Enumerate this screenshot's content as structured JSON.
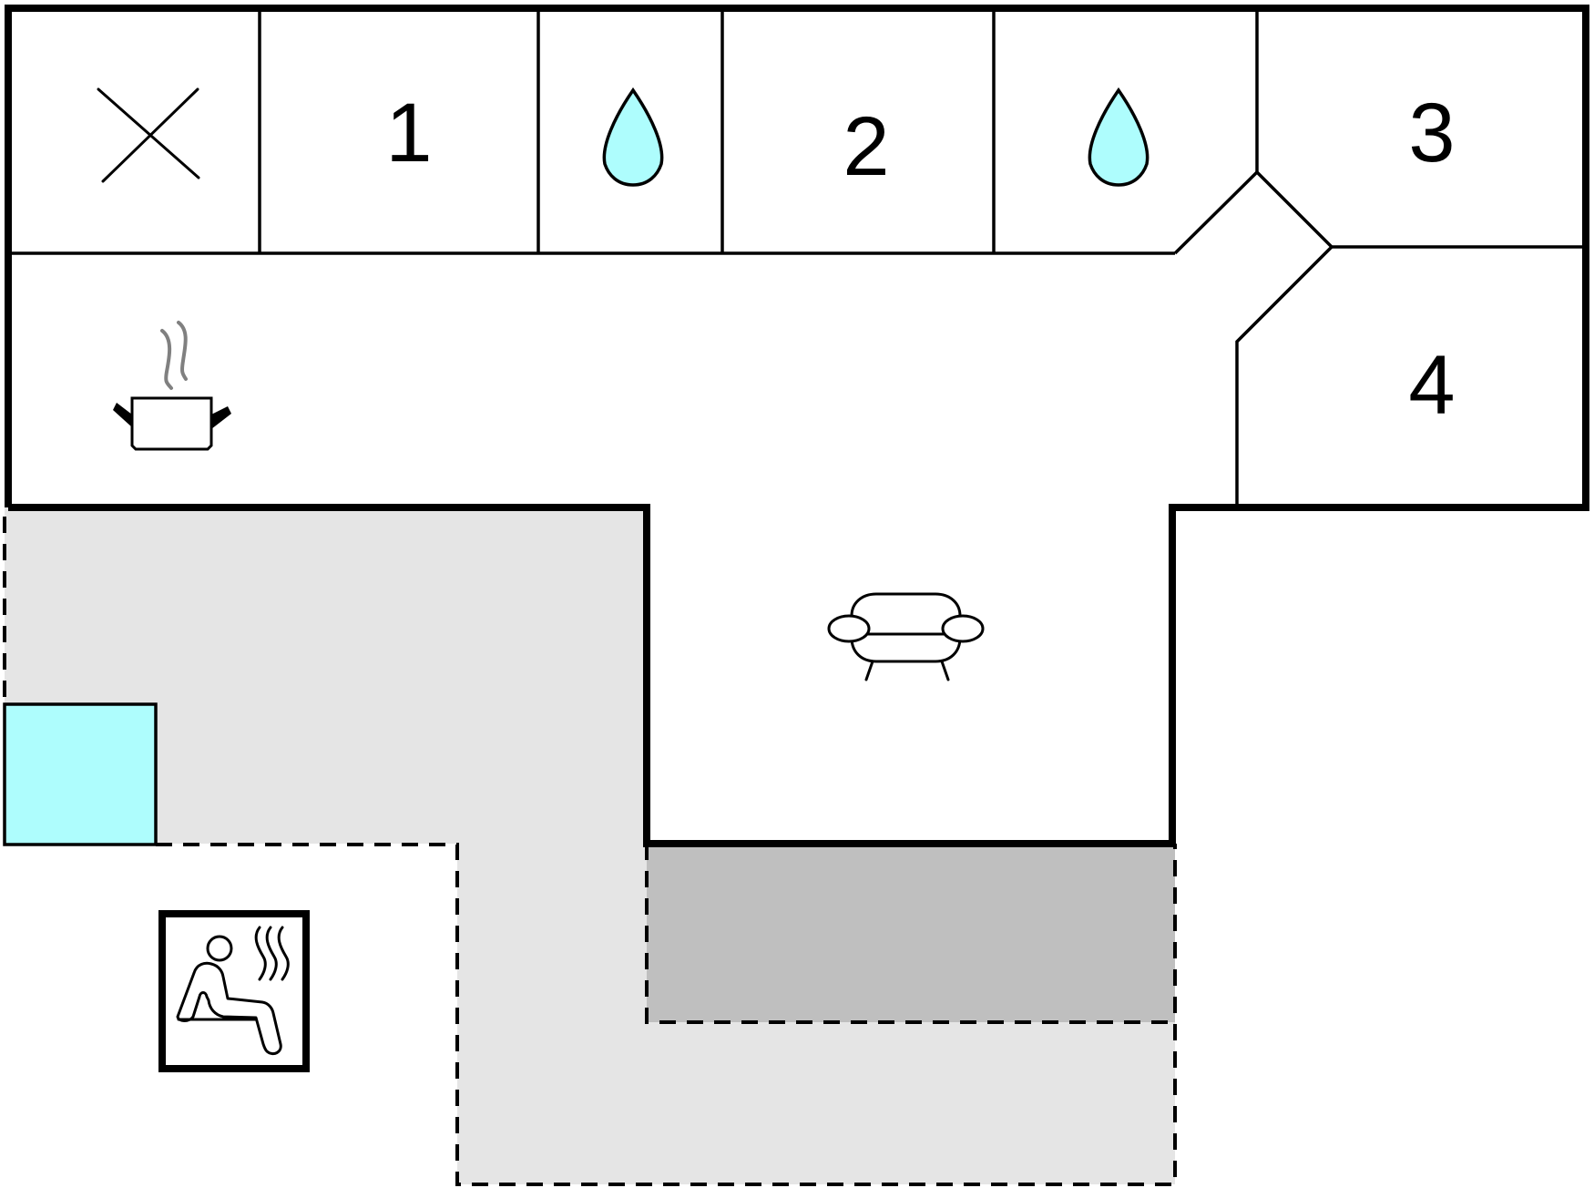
{
  "rooms": {
    "bedroom_1": "1",
    "bedroom_2": "2",
    "bedroom_3": "3",
    "bedroom_4": "4"
  },
  "icons": {
    "closed_room": "x-cross-icon",
    "bathroom_a": "water-drop-icon",
    "bathroom_b": "water-drop-icon",
    "kitchen": "cooking-pot-icon",
    "living_room": "sofa-icon",
    "sauna": "sauna-icon",
    "pool": "pool-area"
  },
  "colors": {
    "water": "#aefdfd",
    "terrace": "#e5e5e5",
    "covered_terrace": "#bfbfbf",
    "steam": "#808080",
    "walls": "#000000"
  }
}
